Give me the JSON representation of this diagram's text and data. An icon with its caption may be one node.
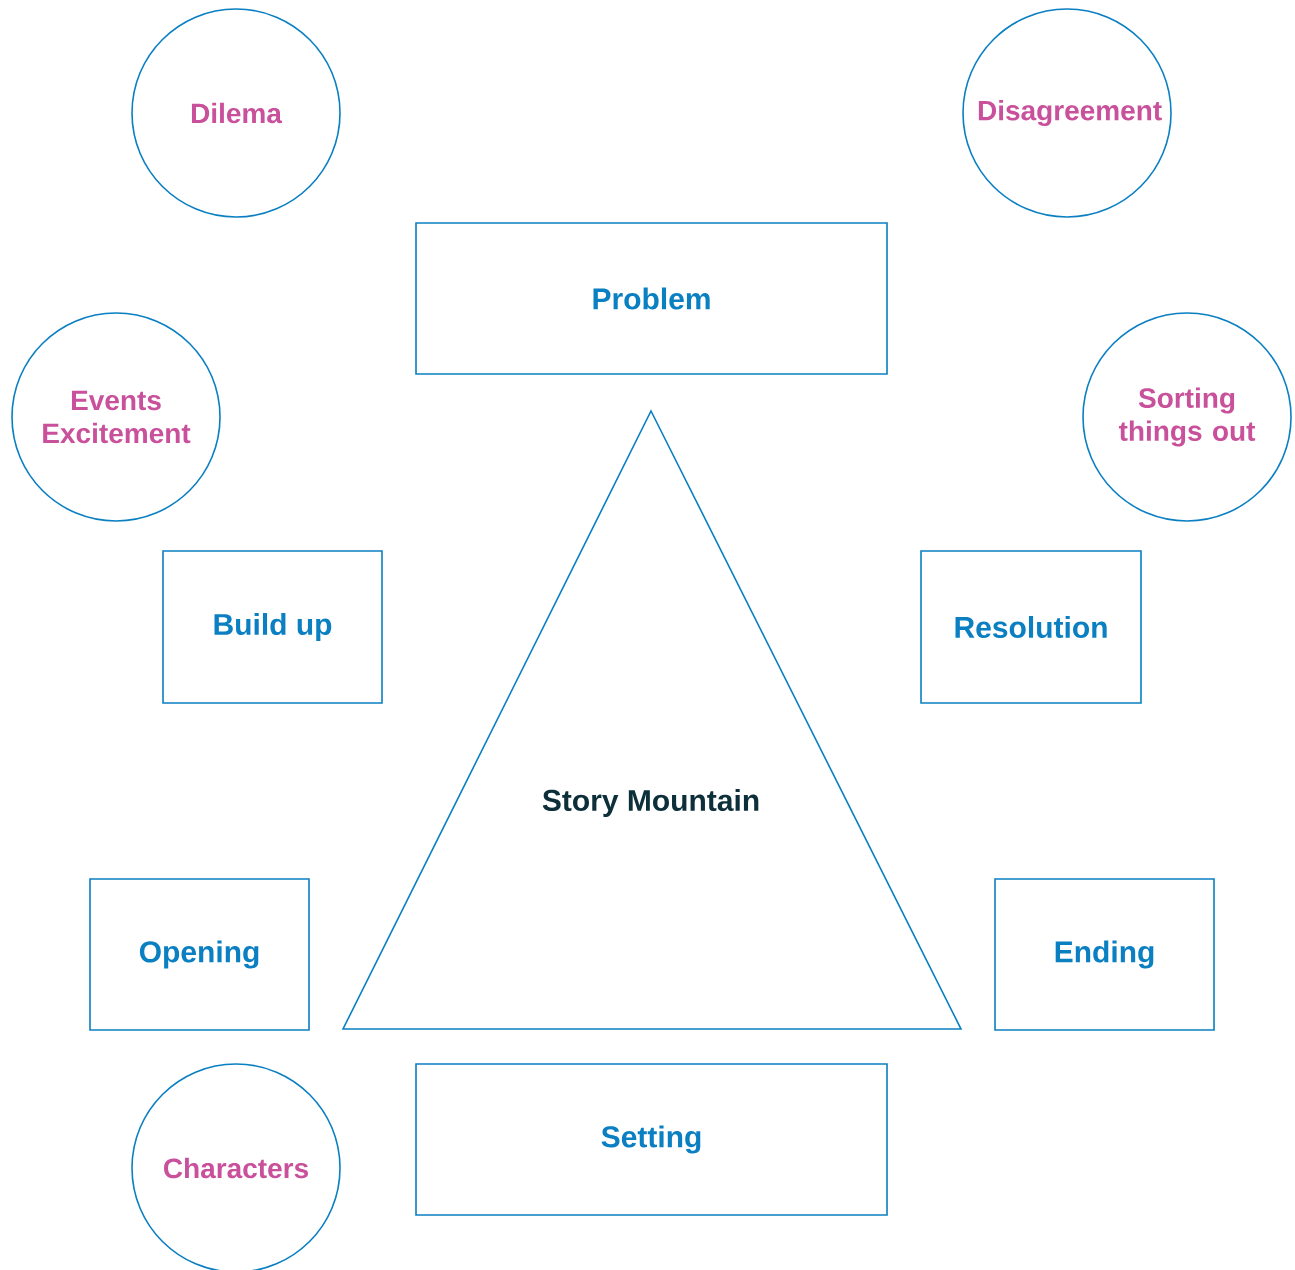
{
  "diagram": {
    "nodes": [
      {
        "text": [
          "Dilema"
        ]
      },
      {
        "text": [
          "Disagreement"
        ]
      },
      {
        "text": [
          "Problem"
        ]
      },
      {
        "text": [
          "Events Excitement"
        ]
      },
      {
        "text": [
          "Sorting things out"
        ]
      },
      {
        "text": [
          "Build up"
        ]
      },
      {
        "text": [
          "Resolution"
        ]
      },
      {
        "text": [
          "Story Mountain"
        ]
      },
      {
        "text": [
          "Opening"
        ]
      },
      {
        "text": [
          "Ending"
        ]
      },
      {
        "text": [
          "Characters"
        ]
      },
      {
        "text": [
          "Setting"
        ]
      }
    ]
  }
}
